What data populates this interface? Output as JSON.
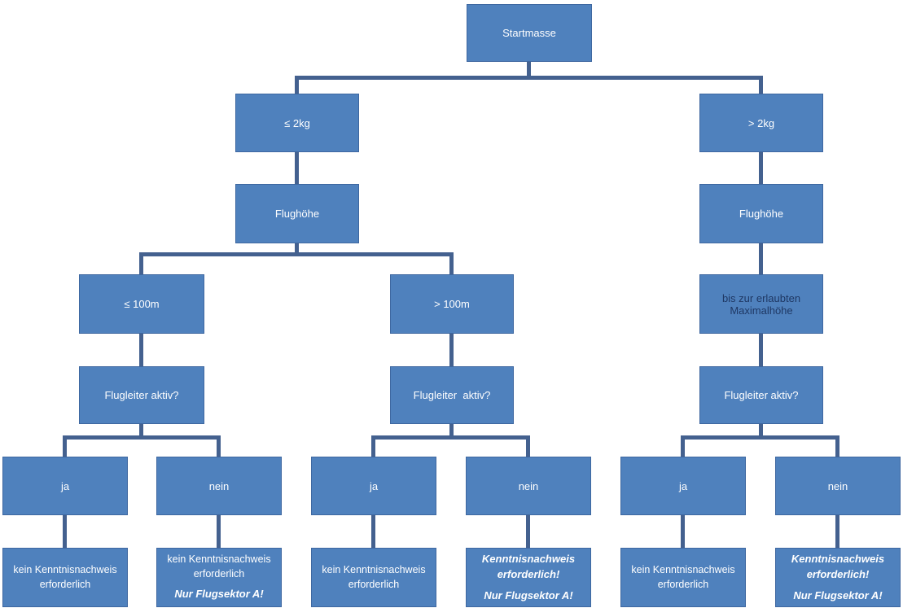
{
  "diagram": {
    "type": "decision-tree-flowchart",
    "colors": {
      "box_fill": "#4f81bd",
      "box_border": "#3e67a0",
      "connector": "#44618f",
      "text_light": "#ffffff",
      "text_dark": "#1f3864"
    },
    "nodes": {
      "root": "Startmasse",
      "mass_le_2kg": "≤ 2kg",
      "mass_gt_2kg": "> 2kg",
      "altitude_left": "Flughöhe",
      "altitude_right": "Flughöhe",
      "alt_le_100m": "≤ 100m",
      "alt_gt_100m": "> 100m",
      "alt_max": "bis zur erlaubten Maximalhöhe",
      "supervisor_1": "Flugleiter aktiv?",
      "supervisor_2": "Flugleiter  aktiv?",
      "supervisor_3": "Flugleiter aktiv?",
      "yes_1": "ja",
      "no_1": "nein",
      "yes_2": "ja",
      "no_2": "nein",
      "yes_3": "ja",
      "no_3": "nein",
      "result_1": "kein Kenntnisnachweis erforderlich",
      "result_2_text": "kein Kenntnisnachweis erforderlich",
      "result_2_note": "Nur Flugsektor A!",
      "result_3": "kein Kenntnisnachweis erforderlich",
      "result_4_text": "Kenntnisnachweis erforderlich!",
      "result_4_note": "Nur Flugsektor A!",
      "result_5": "kein Kenntnisnachweis erforderlich",
      "result_6_text": "Kenntnisnachweis erforderlich!",
      "result_6_note": "Nur Flugsektor A!"
    }
  }
}
